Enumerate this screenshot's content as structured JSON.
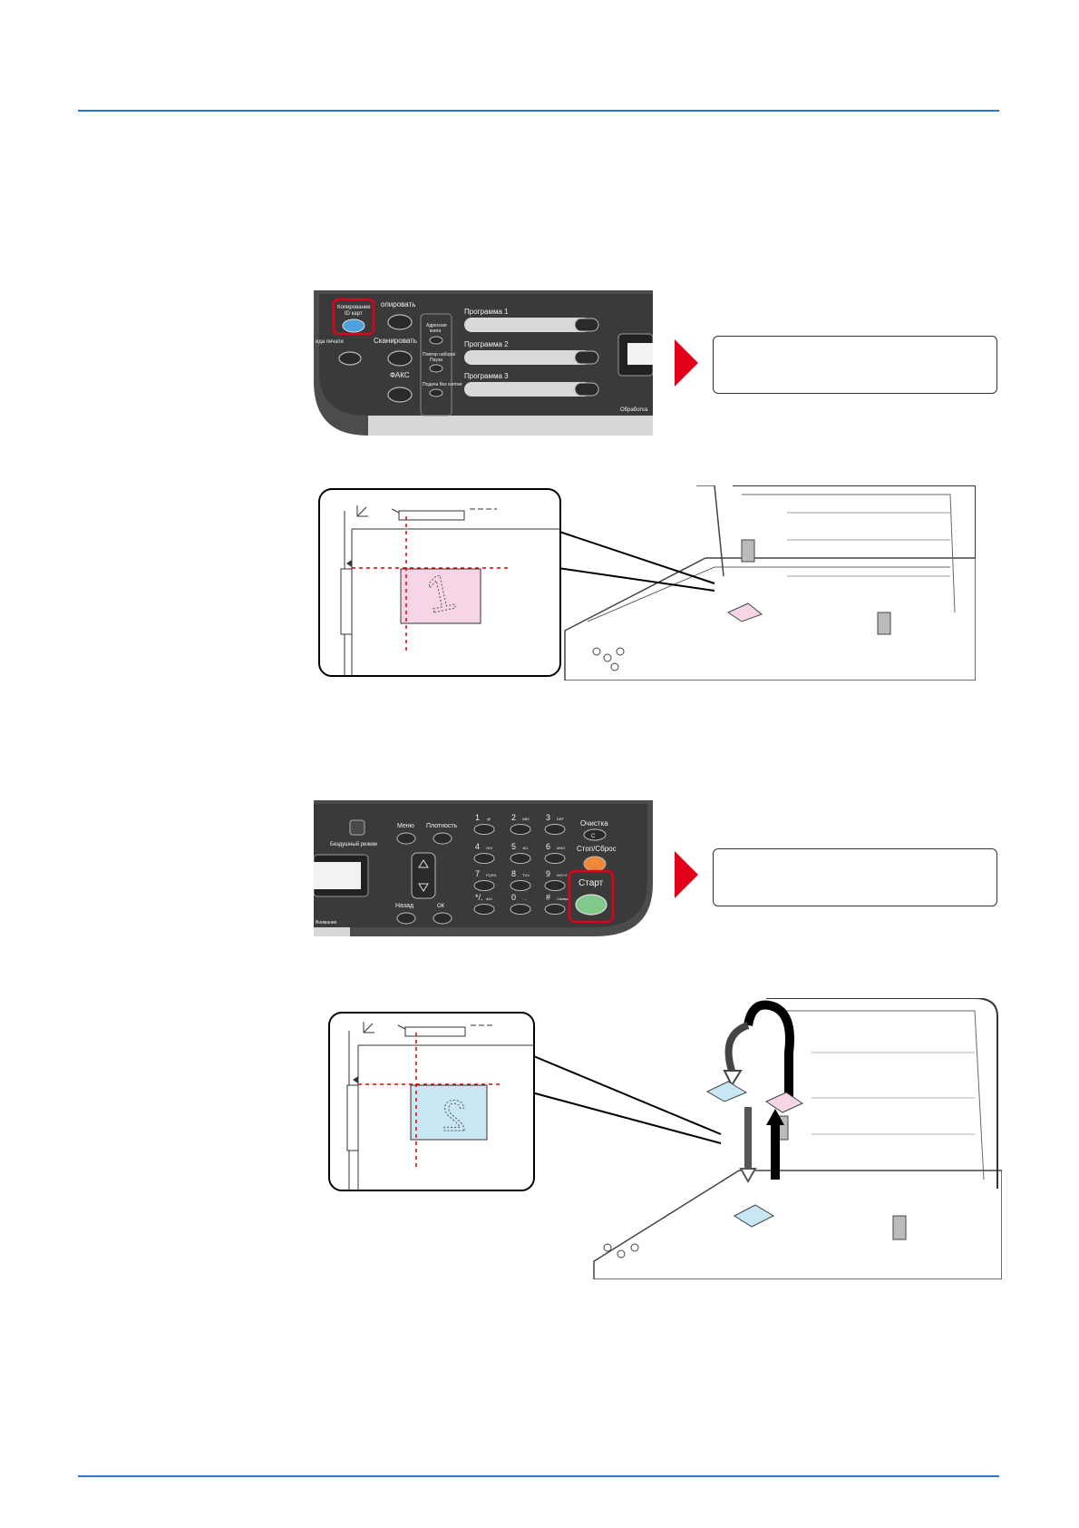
{
  "panel1": {
    "copy_card_label_1": "Копирование",
    "copy_card_label_2": "ID карт",
    "copy_label": "опировать",
    "print_label": "ида печати",
    "scan_label": "Сканировать",
    "fax_label": "ФАКС",
    "address_book_label_1": "Адресная",
    "address_book_label_2": "книга",
    "recall_label_1": "Повтор набора/",
    "recall_label_2": "Пауза",
    "onhook_label": "Подача без снятия",
    "program1_label": "Программа 1",
    "program2_label": "Программа 2",
    "program3_label": "Программа 3",
    "process_label": "Обработка"
  },
  "panel2": {
    "energy_label": "Бездушный режим",
    "menu_label": "Меню",
    "density_label": "Плотность",
    "back_label": "Назад",
    "ok_label": "ОК",
    "clear_label": "Очистка",
    "clear_key": "C",
    "stop_label": "Стоп/Сброс",
    "start_label": "Старт",
    "notification_label": "Внимание",
    "keys": [
      {
        "num": "1",
        "sub": ".@"
      },
      {
        "num": "2",
        "sub": "ABC"
      },
      {
        "num": "3",
        "sub": "DEF"
      },
      {
        "num": "4",
        "sub": "GHI"
      },
      {
        "num": "5",
        "sub": "JKL"
      },
      {
        "num": "6",
        "sub": "MNO"
      },
      {
        "num": "7",
        "sub": "PQRS"
      },
      {
        "num": "8",
        "sub": "TUV"
      },
      {
        "num": "9",
        "sub": "WXYZ"
      },
      {
        "num": "*/.",
        "sub": "aA1"
      },
      {
        "num": "0",
        "sub": "⋅ –"
      },
      {
        "num": "#",
        "sub": "Символ"
      }
    ]
  },
  "originals": {
    "first_mark": "1",
    "second_mark": "2"
  },
  "colors": {
    "rule": "#2a74d6",
    "arrow": "#e3001b",
    "panel": "#4a4a4a",
    "highlight": "#e3001b",
    "original_front": "#f6d6e6",
    "original_back": "#c9e6f5",
    "start_key": "#7fc98a",
    "stop_key": "#ef8a3a"
  }
}
